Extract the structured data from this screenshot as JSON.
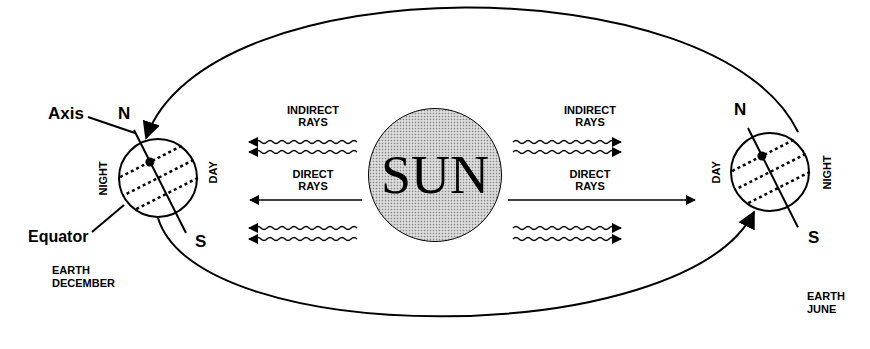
{
  "diagram": {
    "nodes": [
      {
        "text": [
          "EARTH DECEMBER"
        ]
      },
      {
        "text": [
          "SUN"
        ]
      },
      {
        "text": [
          "EARTH JUNE"
        ]
      }
    ],
    "edges": [
      {
        "from": 2,
        "to": 0,
        "arrow": "to"
      },
      {
        "from": 0,
        "to": 2,
        "arrow": "to"
      }
    ],
    "labels": [
      "Axis",
      "N",
      "NIGHT",
      "DAY",
      "Equator",
      "S",
      "INDIRECT RAYS",
      "DIRECT RAYS",
      "INDIRECT RAYS",
      "DIRECT RAYS",
      "N",
      "DAY",
      "NIGHT",
      "S"
    ]
  }
}
